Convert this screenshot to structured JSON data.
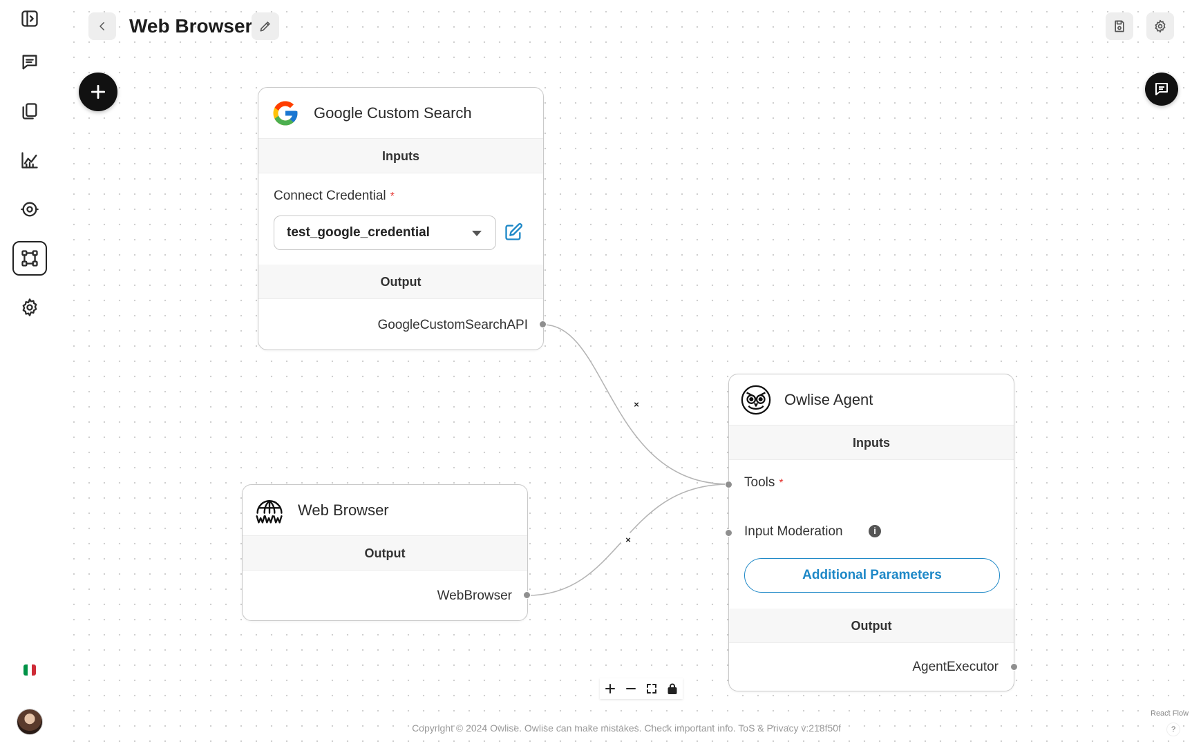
{
  "header": {
    "title": "Web Browser",
    "back_icon": "chevron-left-icon",
    "edit_icon": "pencil-icon",
    "save_icon": "save-icon",
    "settings_icon": "gear-icon"
  },
  "sidebar": {
    "items": [
      {
        "name": "toggle-sidebar",
        "icon": "sidebar-toggle-icon",
        "active": false
      },
      {
        "name": "chats",
        "icon": "chat-icon",
        "active": false
      },
      {
        "name": "documents",
        "icon": "documents-icon",
        "active": false
      },
      {
        "name": "analytics",
        "icon": "chart-icon",
        "active": false
      },
      {
        "name": "monitoring",
        "icon": "target-icon",
        "active": false
      },
      {
        "name": "flows",
        "icon": "flow-icon",
        "active": true
      },
      {
        "name": "settings",
        "icon": "gear-icon",
        "active": false
      }
    ],
    "language_flag": "it",
    "flag_colors": [
      "#009246",
      "#ffffff",
      "#ce2b37"
    ]
  },
  "nodes": {
    "google": {
      "title": "Google Custom Search",
      "inputs_label": "Inputs",
      "credential_label": "Connect Credential",
      "required_mark": "*",
      "credential_value": "test_google_credential",
      "output_label": "Output",
      "output_value": "GoogleCustomSearchAPI"
    },
    "web": {
      "title": "Web Browser",
      "output_label": "Output",
      "output_value": "WebBrowser"
    },
    "agent": {
      "title": "Owlise Agent",
      "inputs_label": "Inputs",
      "tools_label": "Tools",
      "required_mark": "*",
      "moderation_label": "Input Moderation",
      "info_mark": "i",
      "additional_params": "Additional Parameters",
      "output_label": "Output",
      "output_value": "AgentExecutor"
    }
  },
  "edges": {
    "delete_mark": "×"
  },
  "footer": {
    "text": "Copyright © 2024 Owlise. Owlise can make mistakes. Check important info. ToS & Privacy v:218f50f",
    "attribution": "React Flow",
    "help": "?"
  },
  "colors": {
    "accent": "#1e88c7",
    "required": "#e53935",
    "handle": "#8f8f8f"
  }
}
